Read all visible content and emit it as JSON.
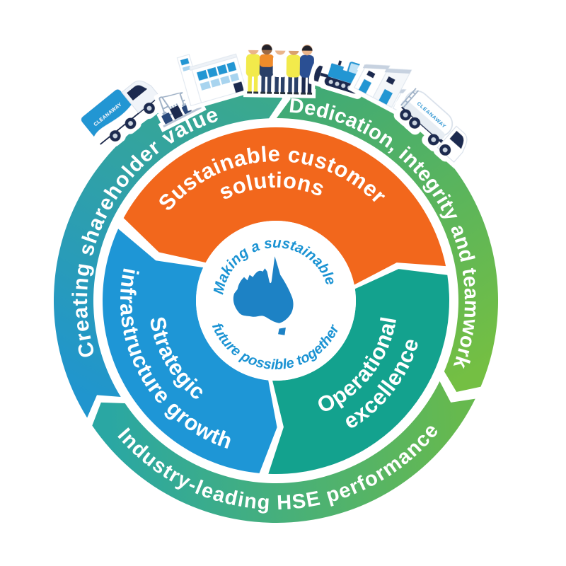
{
  "figure": {
    "kind": "circular-strategy-wheel"
  },
  "colors": {
    "outer_blue": "#2095ce",
    "outer_teal": "#3ba98c",
    "outer_green_start": "#3ea978",
    "outer_green_end": "#74bf43",
    "hse_green": "#66b94e",
    "hse_teal": "#2aa7a3",
    "inner_orange": "#f2671c",
    "inner_blue": "#1e96d6",
    "inner_teal": "#13a28e",
    "center_text_blue": "#1b93d3",
    "map_blue": "#1d82c5",
    "white": "#ffffff"
  },
  "outer_ring": {
    "segments": [
      {
        "id": "shareholder-value",
        "label": "Creating shareholder value",
        "color_start": "#2095ce",
        "color_end": "#3ba98c"
      },
      {
        "id": "teamwork",
        "label": "Dedication, integrity and teamwork",
        "color_start": "#3ea978",
        "color_end": "#74bf43"
      },
      {
        "id": "hse",
        "label": "Industry-leading HSE performance",
        "color_start": "#66b94e",
        "color_end": "#2aa7a3"
      }
    ]
  },
  "inner_ring": {
    "segments": [
      {
        "id": "customer-solutions",
        "lines": [
          "Sustainable customer",
          "solutions"
        ],
        "color": "#f2671c"
      },
      {
        "id": "operational-excellence",
        "lines": [
          "Operational",
          "excellence"
        ],
        "color": "#13a28e"
      },
      {
        "id": "infrastructure-growth",
        "lines": [
          "Strategic",
          "infrastructure growth"
        ],
        "color": "#1e96d6"
      }
    ]
  },
  "center": {
    "arc_top": "Making a sustainable",
    "arc_bottom": "future possible together",
    "map_icon": "australia-map",
    "text_color": "#1b93d3",
    "map_color": "#1d82c5"
  },
  "illustrations": {
    "truck_logo": "CLEANAWAY",
    "items": [
      "box-truck-icon",
      "substation-icon",
      "office-building-icon",
      "workers-icon",
      "bulldozer-icon",
      "factory-icon",
      "tanker-truck-icon"
    ]
  }
}
